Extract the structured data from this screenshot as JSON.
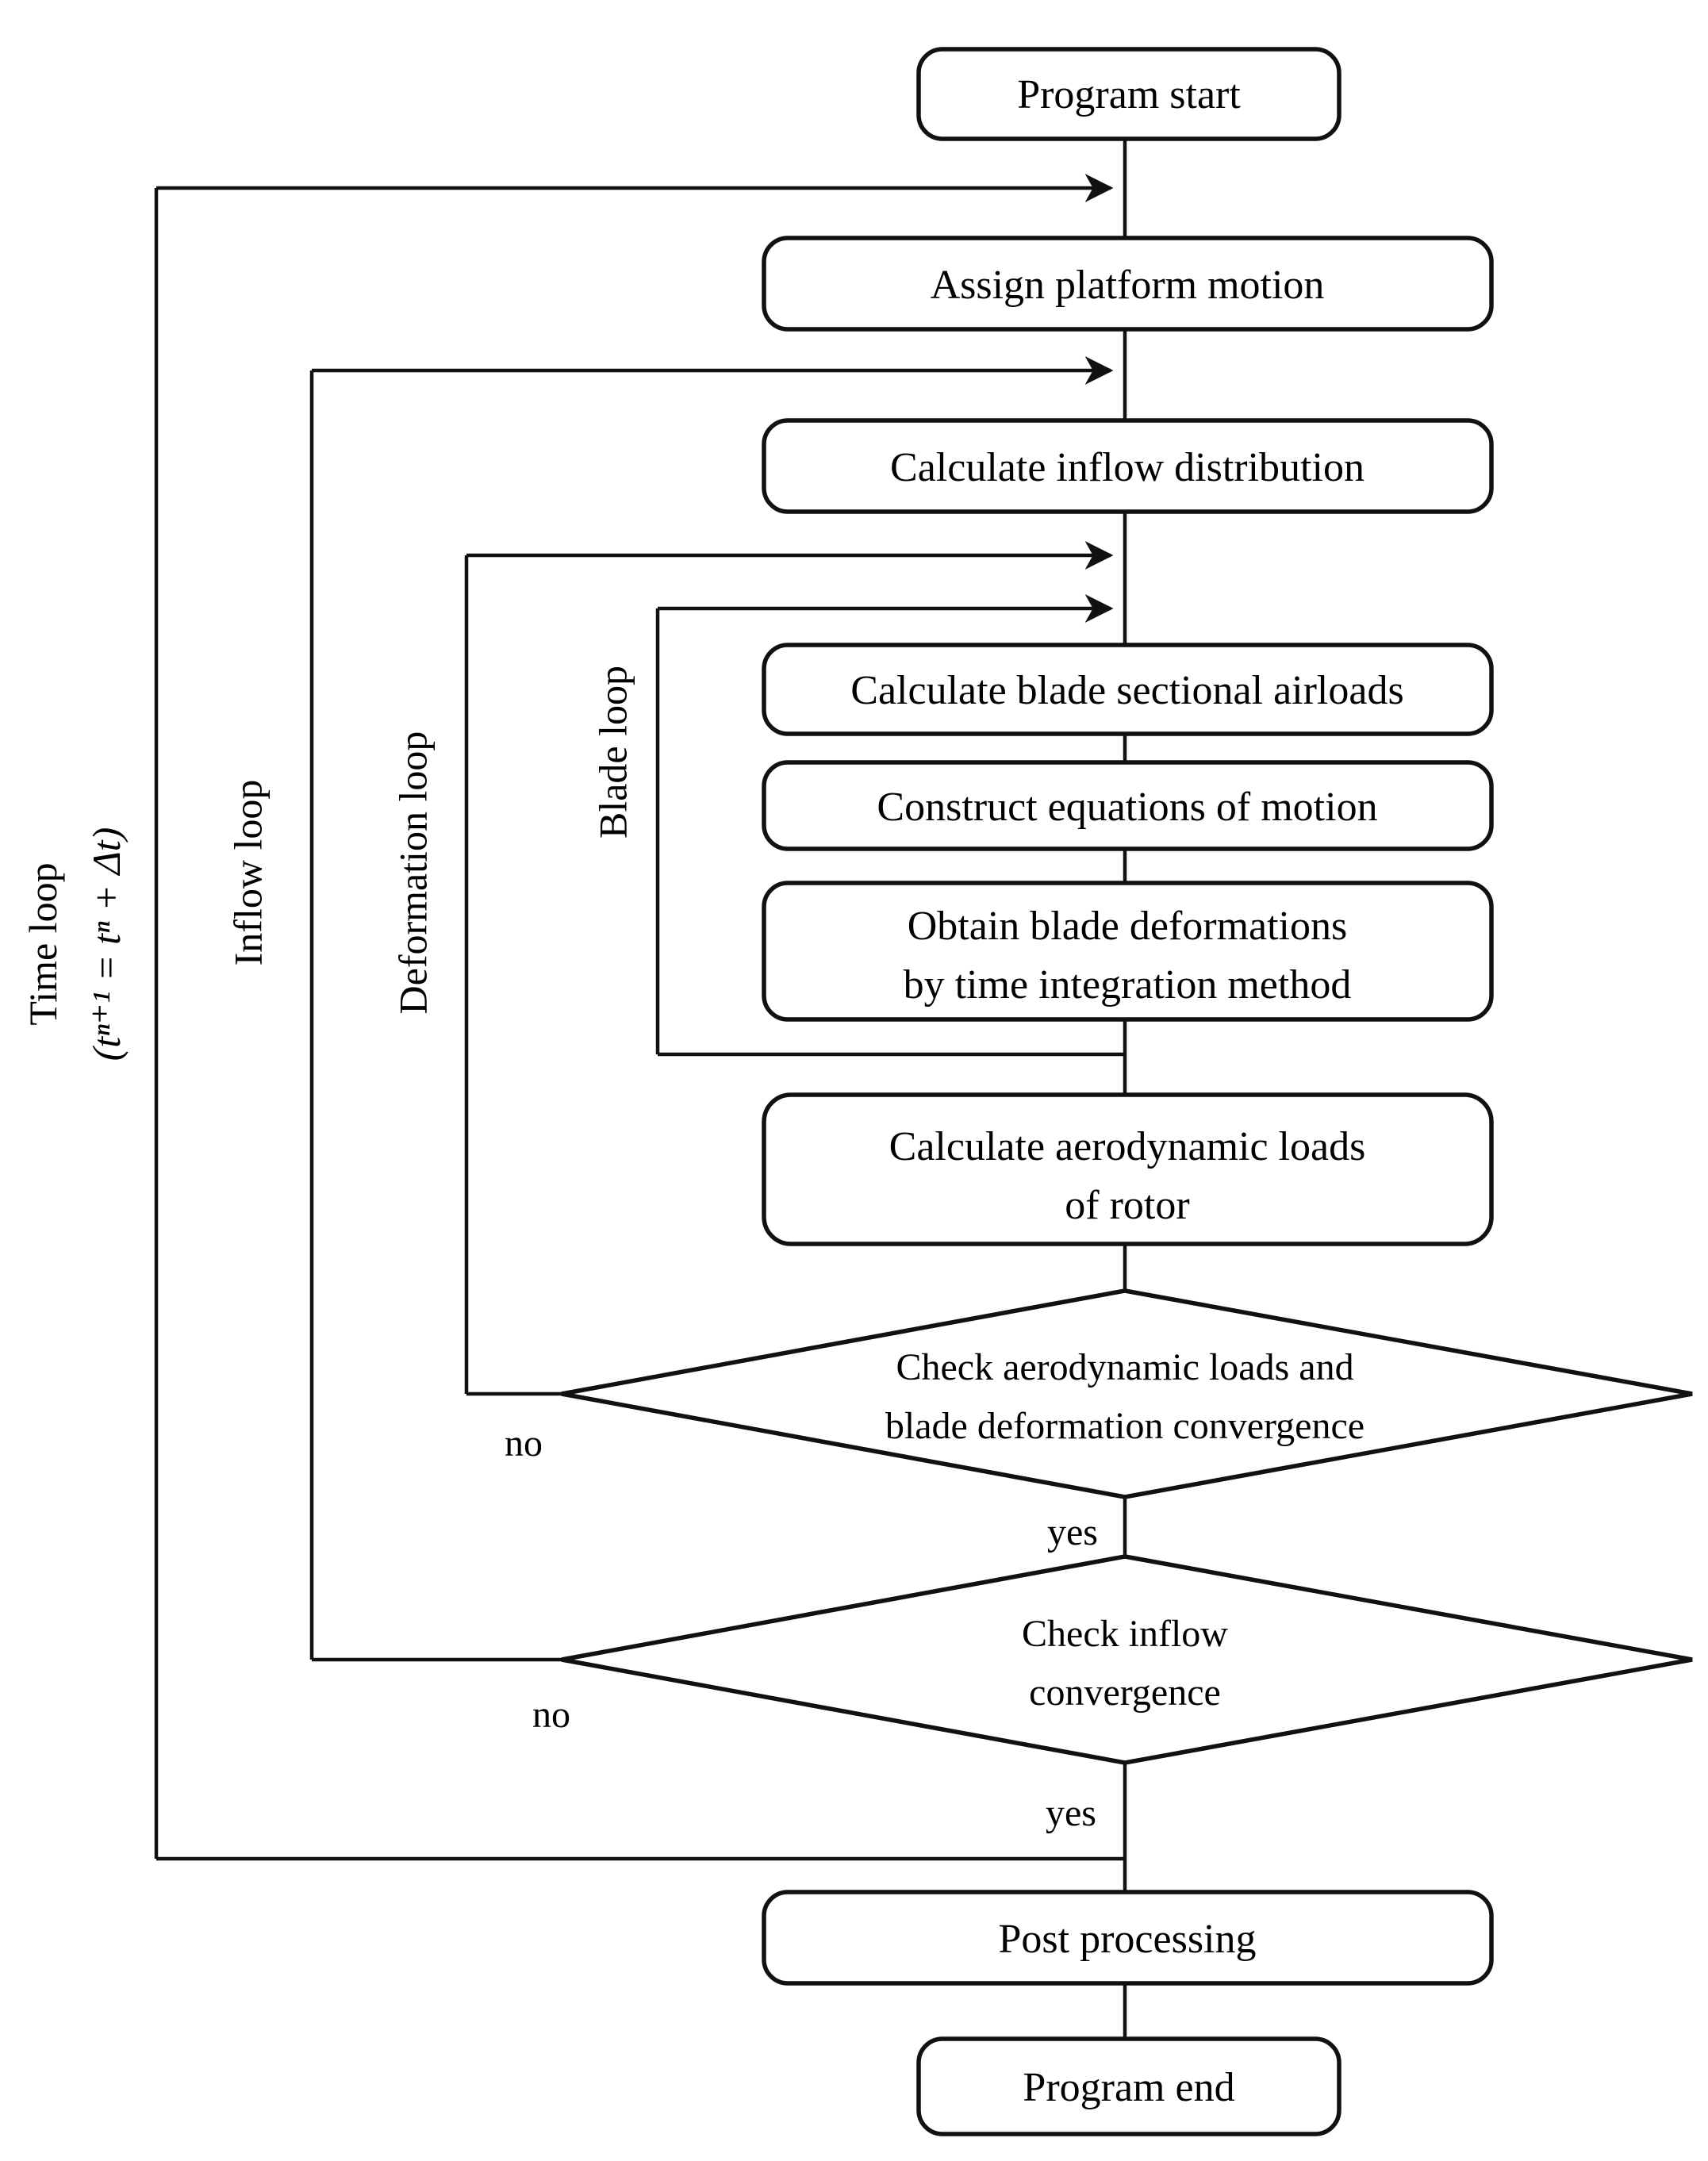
{
  "flowchart": {
    "nodes": {
      "program_start": "Program start",
      "assign_platform": "Assign platform motion",
      "calc_inflow": "Calculate inflow distribution",
      "calc_airloads": "Calculate blade sectional airloads",
      "construct_eom": "Construct equations of motion",
      "obtain_def_line1": "Obtain blade deformations",
      "obtain_def_line2": "by time integration method",
      "calc_aero_line1": "Calculate aerodynamic loads",
      "calc_aero_line2": "of rotor",
      "post_processing": "Post processing",
      "program_end": "Program end"
    },
    "decisions": {
      "check_aero_line1": "Check aerodynamic loads and",
      "check_aero_line2": "blade deformation convergence",
      "check_inflow_line1": "Check inflow",
      "check_inflow_line2": "convergence"
    },
    "branch_labels": {
      "no_deformation": "no",
      "yes_deformation": "yes",
      "no_inflow": "no",
      "yes_inflow": "yes"
    },
    "loops": {
      "time_line1": "Time loop",
      "time_line2": "(tⁿ⁺¹ = tⁿ + Δt)",
      "inflow": "Inflow loop",
      "deformation": "Deformation loop",
      "blade": "Blade loop"
    },
    "colors": {
      "line": "#111111",
      "node_fill": "#ffffff",
      "background": "#ffffff"
    }
  }
}
